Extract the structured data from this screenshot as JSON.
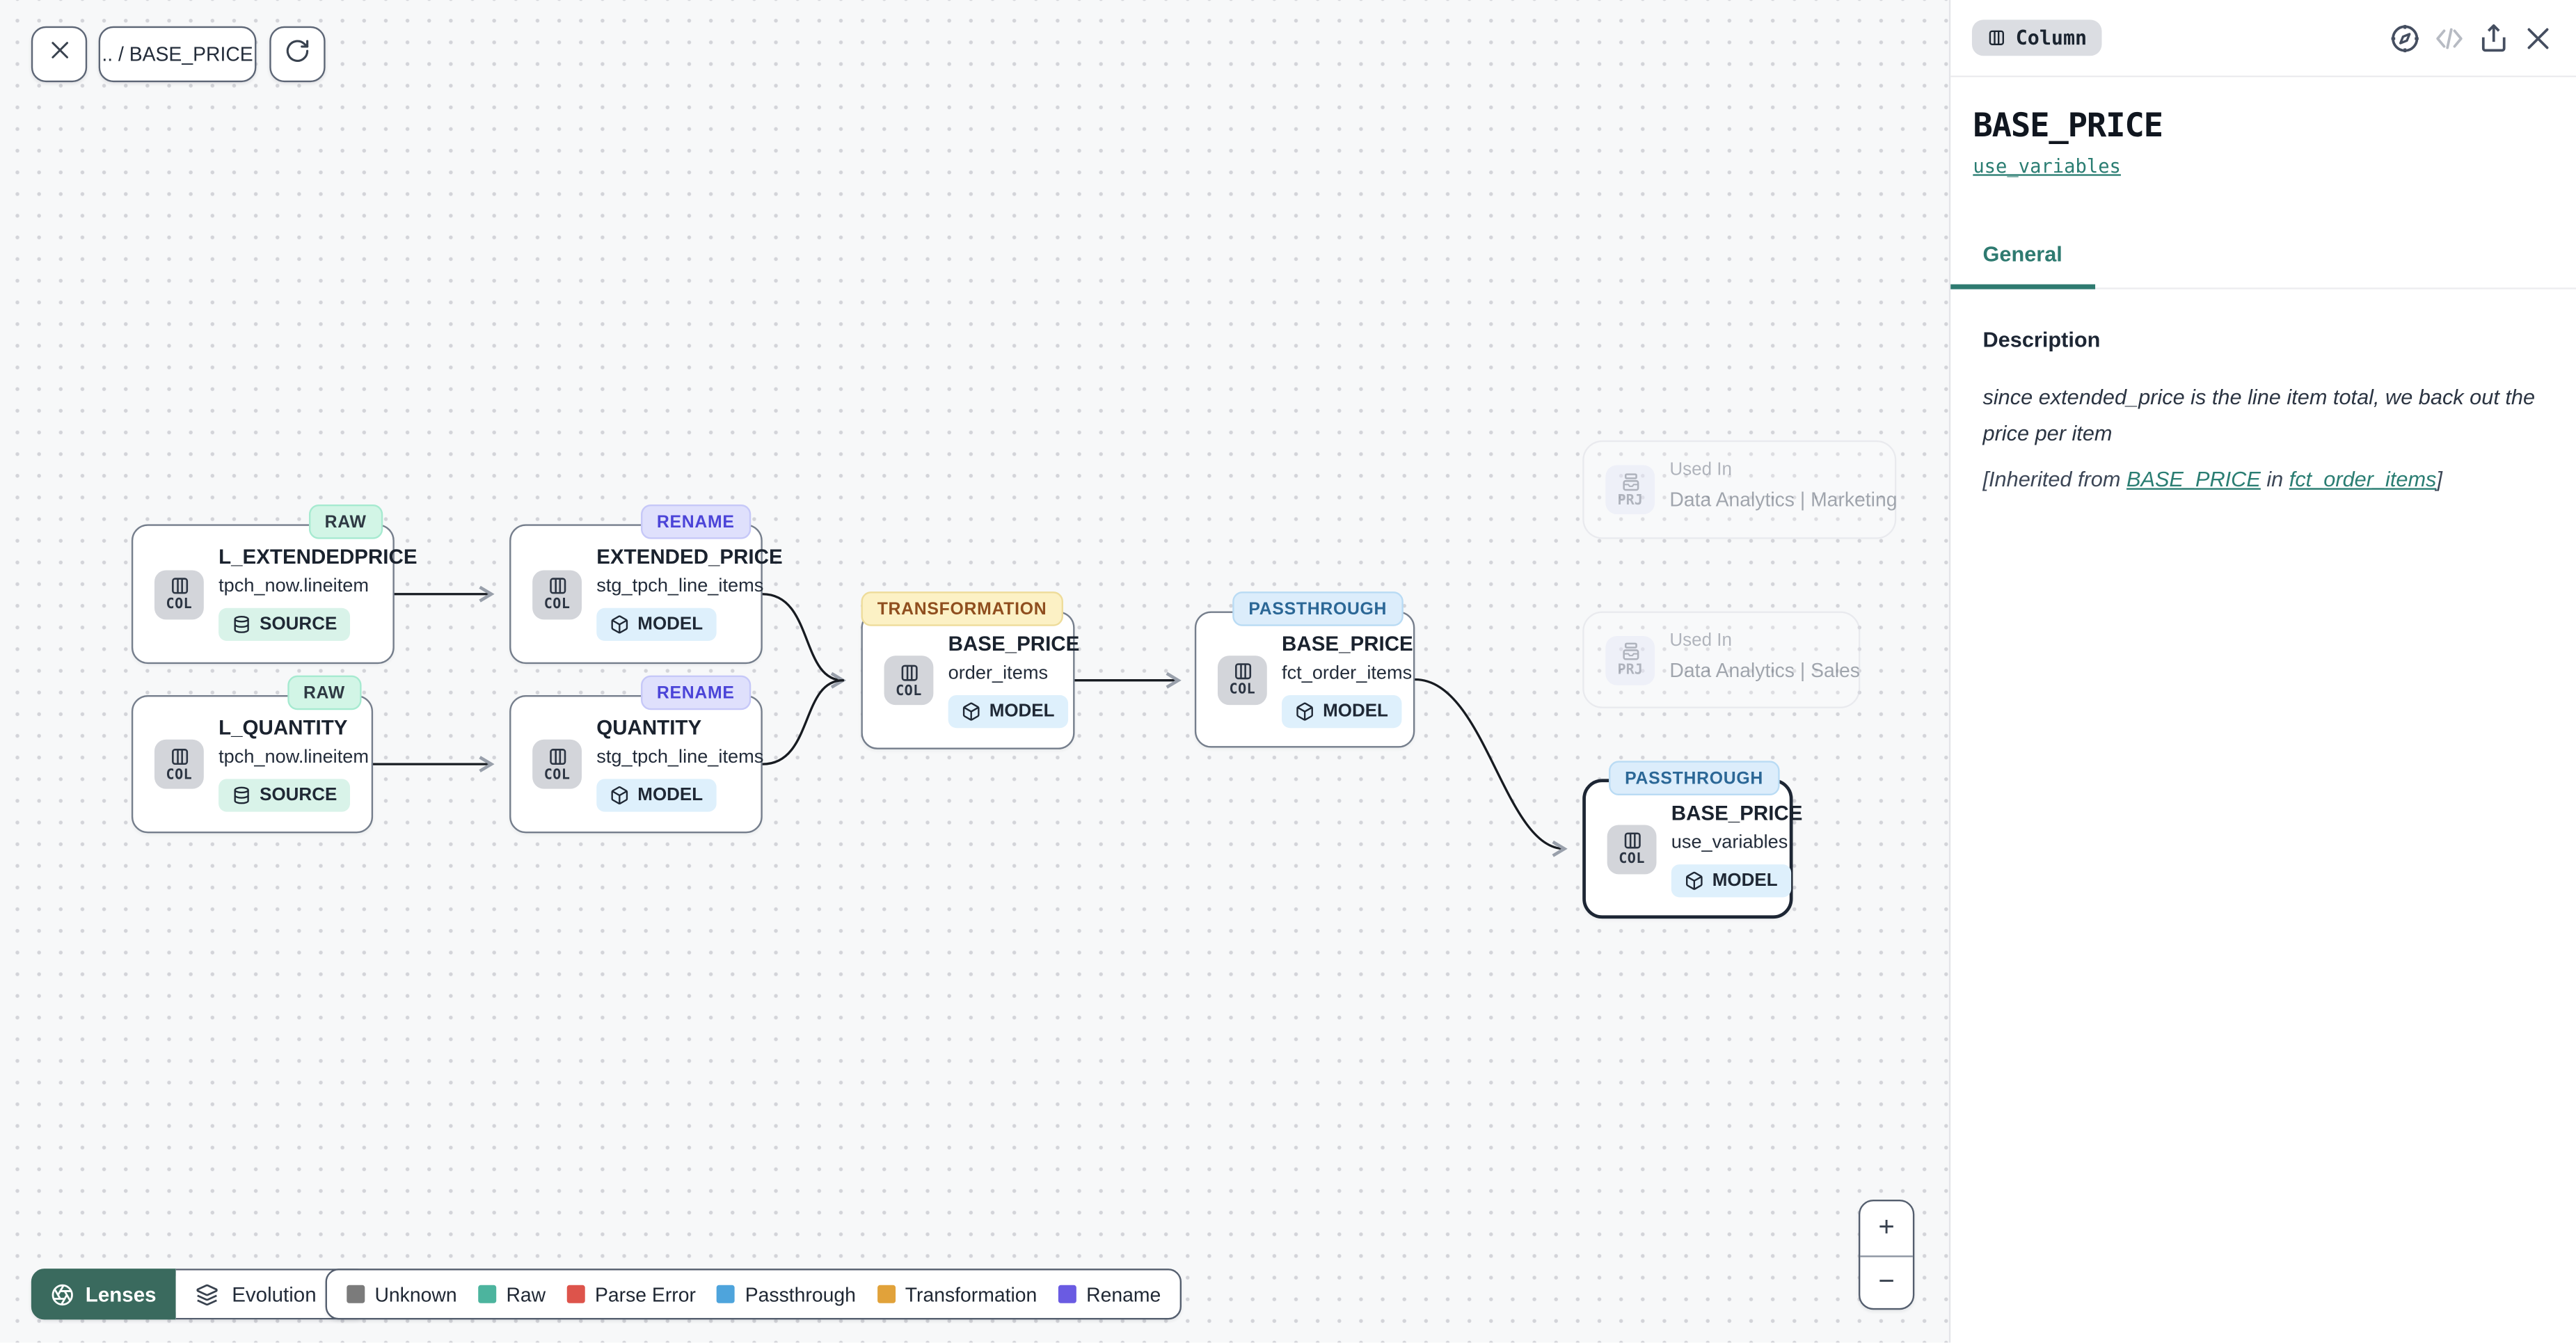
{
  "toolbar": {
    "breadcrumb": ".. / BASE_PRICE",
    "close_icon": "x-icon",
    "refresh_icon": "refresh-icon"
  },
  "canvas": {
    "nodes": [
      {
        "badge": "RAW",
        "title": "L_EXTENDEDPRICE",
        "subtitle": "tpch_now.lineitem",
        "tag": "SOURCE",
        "type_label": "COL",
        "tag_icon": "database-icon"
      },
      {
        "badge": "RAW",
        "title": "L_QUANTITY",
        "subtitle": "tpch_now.lineitem",
        "tag": "SOURCE",
        "type_label": "COL",
        "tag_icon": "database-icon"
      },
      {
        "badge": "RENAME",
        "title": "EXTENDED_PRICE",
        "subtitle": "stg_tpch_line_items",
        "tag": "MODEL",
        "type_label": "COL",
        "tag_icon": "cube-icon"
      },
      {
        "badge": "RENAME",
        "title": "QUANTITY",
        "subtitle": "stg_tpch_line_items",
        "tag": "MODEL",
        "type_label": "COL",
        "tag_icon": "cube-icon"
      },
      {
        "badge": "TRANSFORMATION",
        "title": "BASE_PRICE",
        "subtitle": "order_items",
        "tag": "MODEL",
        "type_label": "COL",
        "tag_icon": "cube-icon"
      },
      {
        "badge": "PASSTHROUGH",
        "title": "BASE_PRICE",
        "subtitle": "fct_order_items",
        "tag": "MODEL",
        "type_label": "COL",
        "tag_icon": "cube-icon"
      },
      {
        "badge": "PASSTHROUGH",
        "title": "BASE_PRICE",
        "subtitle": "use_variables",
        "tag": "MODEL",
        "type_label": "COL",
        "tag_icon": "cube-icon",
        "selected": true
      }
    ],
    "used_in": [
      {
        "label": "Used In",
        "name": "Data Analytics | Marketing",
        "type_label": "PRJ"
      },
      {
        "label": "Used In",
        "name": "Data Analytics | Sales",
        "type_label": "PRJ"
      }
    ],
    "controls": {
      "lenses": "Lenses",
      "lens_mode": "Evolution",
      "zoom_in": "+",
      "zoom_out": "−"
    },
    "legend": [
      {
        "label": "Unknown",
        "color": "#7b7b7b"
      },
      {
        "label": "Raw",
        "color": "#4cb49e"
      },
      {
        "label": "Parse Error",
        "color": "#dd544b"
      },
      {
        "label": "Passthrough",
        "color": "#4ea4dc"
      },
      {
        "label": "Transformation",
        "color": "#e1a23a"
      },
      {
        "label": "Rename",
        "color": "#6a5be2"
      }
    ]
  },
  "panel": {
    "type_badge": "Column",
    "title": "BASE_PRICE",
    "subtitle_link": "use_variables",
    "tabs": {
      "general": "General"
    },
    "section": {
      "heading": "Description",
      "body": "since extended_price is the line item total, we back out the price per item",
      "inherited_prefix": "[Inherited from ",
      "inherited_model": "BASE_PRICE",
      "inherited_mid": " in ",
      "inherited_table": "fct_order_items",
      "inherited_suffix": "]"
    },
    "icons": [
      "compass-icon",
      "code-icon",
      "share-icon",
      "close-icon"
    ],
    "accent_color": "#2e7a70"
  }
}
